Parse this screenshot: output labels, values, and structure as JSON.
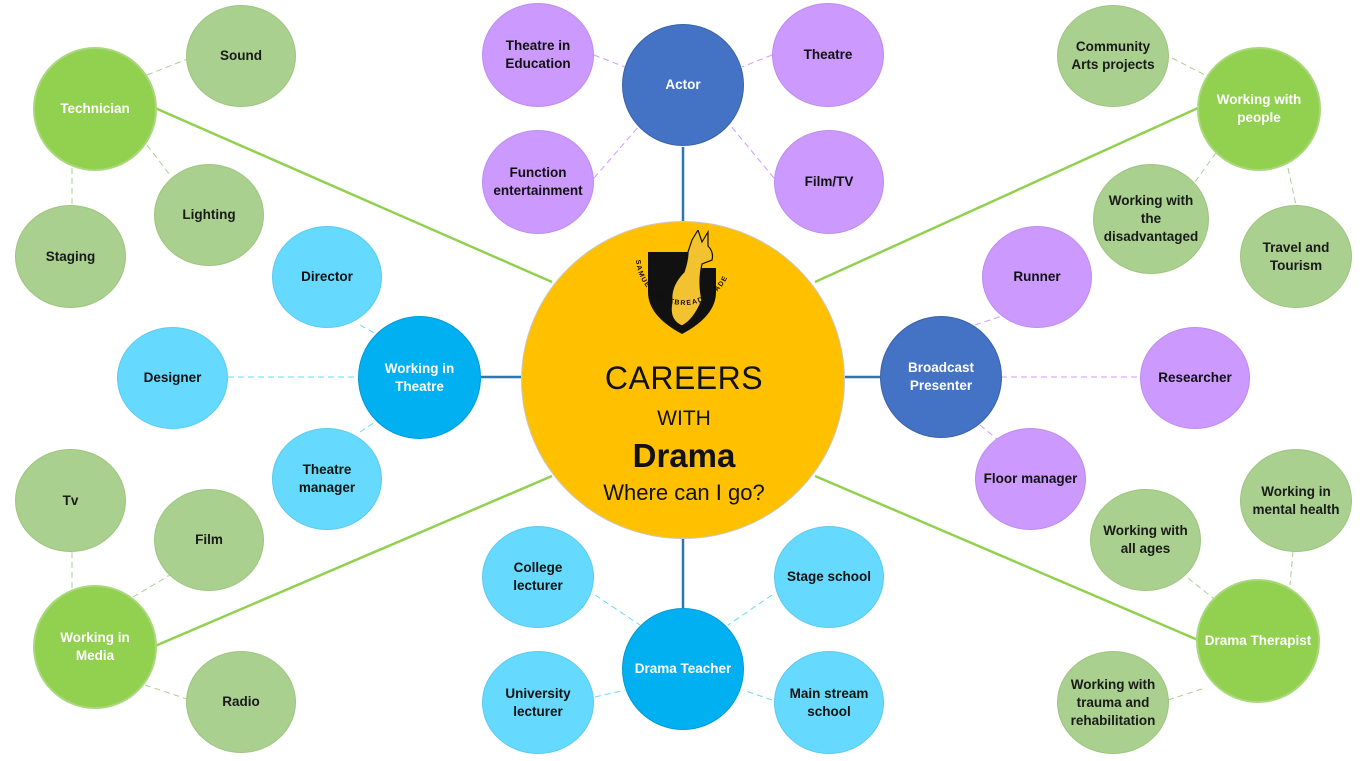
{
  "center": {
    "title": "CAREERS",
    "with": "WITH",
    "subject": "Drama",
    "question": "Where can I go?",
    "logo_text": "SAMUEL WHITBREAD ACADEMY"
  },
  "branches": {
    "actor": {
      "label": "Actor",
      "children": [
        "Theatre in Education",
        "Theatre",
        "Function entertainment",
        "Film/TV"
      ]
    },
    "technician": {
      "label": "Technician",
      "children": [
        "Sound",
        "Lighting",
        "Staging"
      ]
    },
    "working_people": {
      "label": "Working with people",
      "children": [
        "Community Arts projects",
        "Working with the disadvantaged",
        "Travel and Tourism"
      ]
    },
    "working_theatre": {
      "label": "Working in Theatre",
      "children": [
        "Director",
        "Designer",
        "Theatre manager"
      ]
    },
    "broadcast": {
      "label": "Broadcast Presenter",
      "children": [
        "Runner",
        "Researcher",
        "Floor manager"
      ]
    },
    "working_media": {
      "label": "Working in Media",
      "children": [
        "Tv",
        "Film",
        "Radio"
      ]
    },
    "drama_teacher": {
      "label": "Drama Teacher",
      "children": [
        "College lecturer",
        "Stage school",
        "University lecturer",
        "Main stream school"
      ]
    },
    "drama_therapist": {
      "label": "Drama Therapist",
      "children": [
        "Working in mental health",
        "Working with all ages",
        "Working with trauma and rehabilitation"
      ]
    }
  },
  "colors": {
    "center": "#ffc000",
    "green_dark": "#92d050",
    "green_light": "#a9d08e",
    "purple": "#cc99ff",
    "blue_dark": "#4472c4",
    "cyan_dark": "#00b0f0",
    "cyan_light": "#66d9ff"
  }
}
